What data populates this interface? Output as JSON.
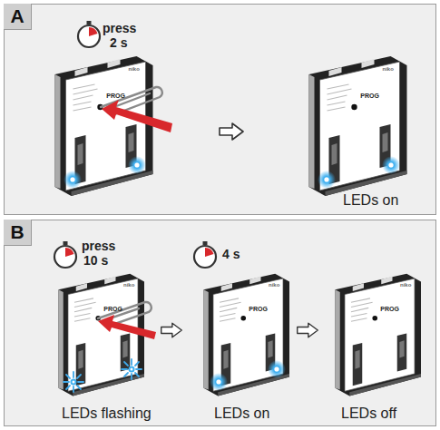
{
  "diagram": {
    "nodes": [
      {
        "text": [
          "A"
        ]
      },
      {
        "text": [
          "B"
        ]
      }
    ],
    "labels": [
      "press",
      "2 s",
      "LEDs on",
      "press",
      "10 s",
      "4 s",
      "LEDs flashing",
      "LEDs on",
      "LEDs off",
      "niko",
      "PROG",
      "niko",
      "PROG",
      "niko",
      "PROG",
      "niko",
      "PROG",
      "niko",
      "PROG"
    ]
  }
}
